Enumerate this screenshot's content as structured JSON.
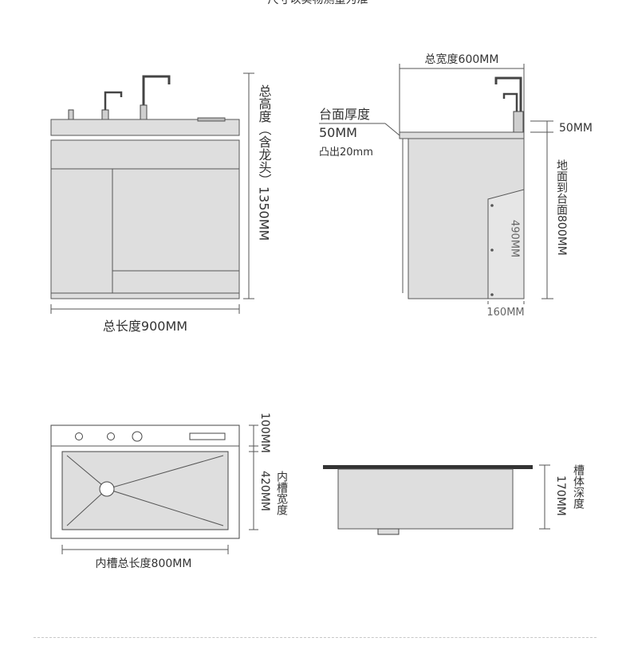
{
  "header": {
    "caption": "*尺寸以实物测量为准"
  },
  "front_view": {
    "total_height_label": "总高度（含龙头）1350MM",
    "total_length_label": "总长度900MM"
  },
  "side_view": {
    "total_width_label": "总宽度600MM",
    "counter_thickness_title": "台面厚度",
    "counter_thickness_value": "50MM",
    "protrude_label": "凸出20mm",
    "top_thickness_label": "50MM",
    "floor_to_counter_label": "地面到台面800MM",
    "inner_height_label": "490MM",
    "recess_label": "160MM"
  },
  "top_view": {
    "top_strip_label": "100MM",
    "inner_width_value": "420MM",
    "inner_width_title": "内槽宽度",
    "inner_length_label": "内槽总长度800MM"
  },
  "depth_view": {
    "depth_value": "170MM",
    "depth_title": "槽体深度"
  },
  "colors": {
    "panel_fill": "#dedede",
    "line": "#444444",
    "dark_top": "#333333"
  }
}
